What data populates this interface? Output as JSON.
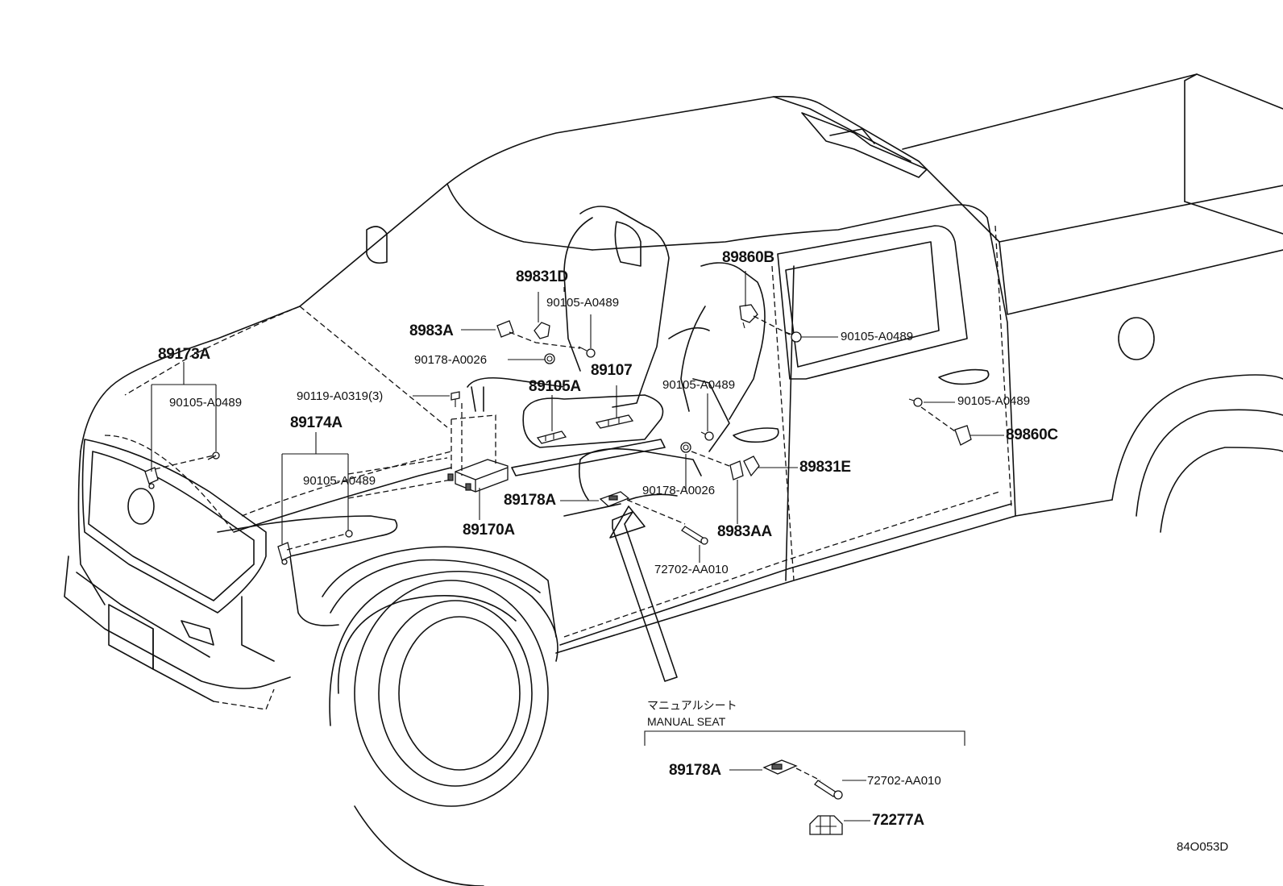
{
  "labels": {
    "p89173A": "89173A",
    "p89174A": "89174A",
    "p89170A": "89170A",
    "p89831D": "89831D",
    "p8983A": "8983A",
    "p89105A": "89105A",
    "p89107": "89107",
    "p89860B": "89860B",
    "p89860C": "89860C",
    "p89831E": "89831E",
    "p8983AA": "8983AA",
    "p89178A": "89178A",
    "p72702": "72702-AA010",
    "b90105_1": "90105-A0489",
    "b90105_2": "90105-A0489",
    "b90105_3": "90105-A0489",
    "b90105_4": "90105-A0489",
    "b90105_5": "90105-A0489",
    "b90105_6": "90105-A0489",
    "b90178_1": "90178-A0026",
    "b90178_2": "90178-A0026",
    "b90119": "90119-A0319(3)"
  },
  "manual_seat": {
    "jp_title": "マニュアルシート",
    "en_title": "MANUAL SEAT",
    "p89178A": "89178A",
    "p72702": "72702-AA010",
    "p72277A": "72277A"
  },
  "diagram_code": "84O053D"
}
